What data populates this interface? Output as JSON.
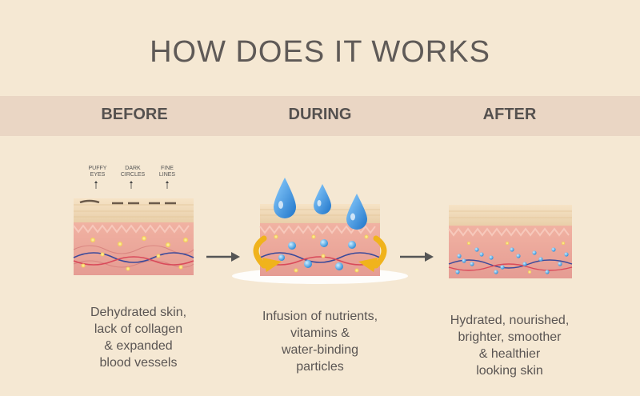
{
  "title": "HOW DOES IT WORKS",
  "stages": [
    {
      "label": "BEFORE",
      "caption": [
        "Dehydrated skin,",
        "lack of collagen",
        "& expanded",
        "blood vessels"
      ]
    },
    {
      "label": "DURING",
      "caption": [
        "Infusion of nutrients,",
        "vitamins &",
        "water-binding",
        "particles"
      ]
    },
    {
      "label": "AFTER",
      "caption": [
        "Hydrated, nourished,",
        "brighter, smoother",
        "& healthier",
        "looking skin"
      ]
    }
  ],
  "skin_labels": [
    [
      "PUFFY",
      "EYES"
    ],
    [
      "DARK",
      "CIRCLES"
    ],
    [
      "FINE",
      "LINES"
    ]
  ],
  "colors": {
    "background": "#f5e8d3",
    "band": "#ead6c4",
    "droplet": "#2f8fd8",
    "arrow_gold": "#f0b31c",
    "vessel_blue": "#3b4a9a",
    "vessel_red": "#d94a5a"
  }
}
